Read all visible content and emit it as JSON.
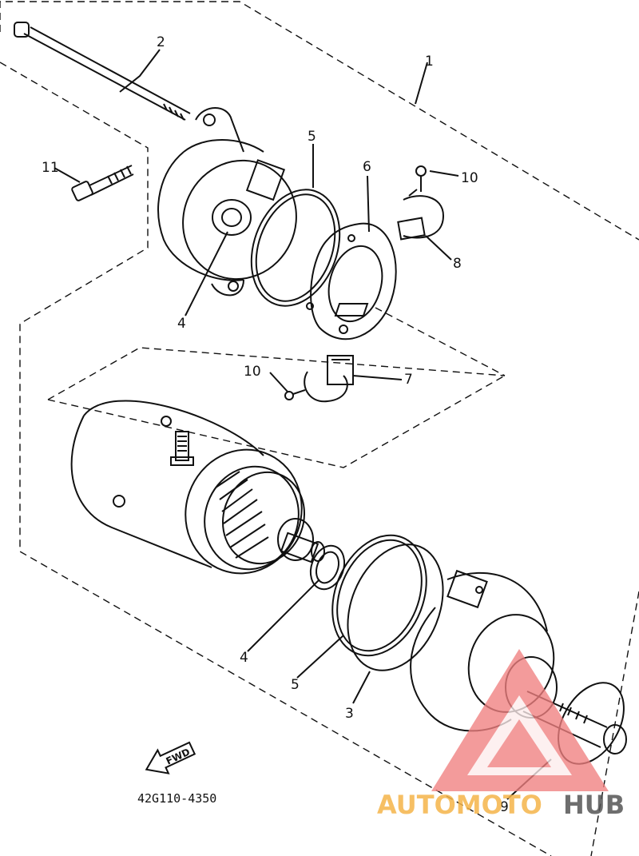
{
  "diagram": {
    "part_code": "42G110-4350",
    "fwd_label": "FWD",
    "callouts": [
      "1",
      "2",
      "11",
      "5",
      "6",
      "10",
      "4",
      "8",
      "10",
      "7",
      "4",
      "5",
      "3",
      "9"
    ]
  },
  "watermark": {
    "brand_part1": "AUTOMOTO",
    "brand_part2": "HUB",
    "color_primary": "#f08080",
    "color_secondary": "#f5b54a",
    "color_dark": "#555555"
  }
}
